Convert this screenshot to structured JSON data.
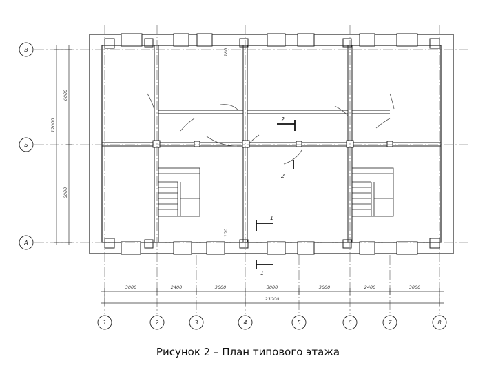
{
  "caption": "Рисунок 2 – План типового этажа",
  "grid_axes": {
    "vertical": [
      "1",
      "2",
      "3",
      "4",
      "5",
      "6",
      "7",
      "8"
    ],
    "horizontal": [
      "В",
      "Б",
      "А"
    ]
  },
  "dimensions": {
    "spans": [
      "3000",
      "2400",
      "3600",
      "3000",
      "3600",
      "2400",
      "3000"
    ],
    "overall": "23000",
    "left_overall": "12000",
    "left_upper": "6000",
    "left_lower": "6000",
    "wall_note_top": "180",
    "wall_note_bottom": "100"
  },
  "section_marks": {
    "upper_right": "2",
    "upper_left": "2",
    "lower_top": "1",
    "lower_bottom": "1"
  }
}
